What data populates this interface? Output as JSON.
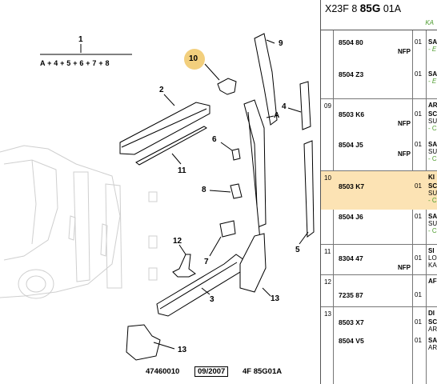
{
  "diagram": {
    "formula_number": "1",
    "formula": "A + 4 + 5 + 6 + 7 + 8",
    "highlighted_callout": "10",
    "callouts": [
      "1",
      "2",
      "3",
      "4",
      "5",
      "6",
      "7",
      "8",
      "9",
      "10",
      "11",
      "12",
      "13",
      "13",
      "A"
    ],
    "footer": {
      "ref": "47460010",
      "date": "09/2007",
      "code": "4F 85G01A"
    }
  },
  "parts": {
    "header": {
      "prefix": "X23F 8",
      "bold": "85G",
      "suffix": "01A"
    },
    "sub_label": "KA",
    "groups": [
      {
        "num": "",
        "rows": [
          {
            "pn": "8504 80",
            "nfp": "NFP",
            "qty": "01",
            "desc": "SA",
            "desc2": "- E"
          },
          {
            "pn": "8504 Z3",
            "nfp": "",
            "qty": "01",
            "desc": "SA",
            "desc2": "- E"
          }
        ]
      },
      {
        "num": "09",
        "rows": [
          {
            "pn": "",
            "nfp": "",
            "qty": "",
            "desc": "AR",
            "desc3": ""
          },
          {
            "pn": "8503 K6",
            "nfp": "NFP",
            "qty": "01",
            "desc": "SC",
            "desc3": "SU",
            "desc4": "- C"
          },
          {
            "pn": "8504 J5",
            "nfp": "NFP",
            "qty": "01",
            "desc": "SA",
            "desc3": "SU",
            "desc4": "- C"
          }
        ]
      },
      {
        "num": "10",
        "rows": [
          {
            "pn": "",
            "nfp": "",
            "qty": "",
            "desc": "KI"
          },
          {
            "pn": "8503 K7",
            "nfp": "",
            "qty": "01",
            "desc": "SC",
            "desc3": "SU",
            "desc4": "- C"
          },
          {
            "pn": "8504 J6",
            "nfp": "",
            "qty": "01",
            "desc": "SA",
            "desc3": "SU",
            "desc4": "- C"
          }
        ]
      },
      {
        "num": "11",
        "rows": [
          {
            "pn": "",
            "nfp": "",
            "qty": "",
            "desc": "SI",
            "desc3": "LO"
          },
          {
            "pn": "8304 47",
            "nfp": "NFP",
            "qty": "01",
            "desc": "",
            "desc3": "KA"
          }
        ]
      },
      {
        "num": "12",
        "rows": [
          {
            "pn": "7235 87",
            "nfp": "",
            "qty": "01",
            "desc": "AF"
          }
        ]
      },
      {
        "num": "13",
        "rows": [
          {
            "pn": "",
            "nfp": "",
            "qty": "",
            "desc": "DI"
          },
          {
            "pn": "8503 X7",
            "nfp": "",
            "qty": "01",
            "desc": "SC",
            "desc3": "AR"
          },
          {
            "pn": "8504 V5",
            "nfp": "",
            "qty": "01",
            "desc": "SA",
            "desc3": "AR"
          }
        ]
      }
    ]
  }
}
